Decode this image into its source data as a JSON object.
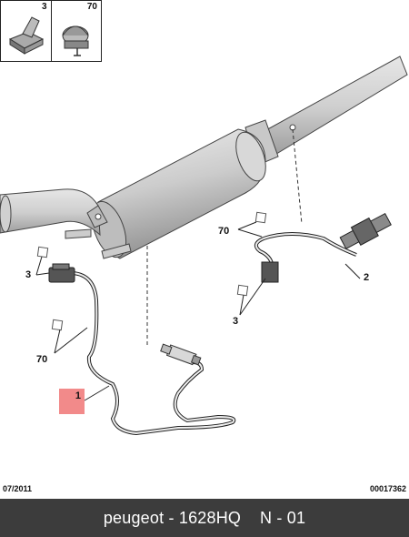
{
  "legend": [
    {
      "number": "3",
      "icon": "connector-clip-icon"
    },
    {
      "number": "70",
      "icon": "cable-tie-clip-icon"
    }
  ],
  "callouts": {
    "part_1": "1",
    "part_2": "2",
    "clip_3_left": "3",
    "clip_70_left": "70",
    "clip_3_right": "3",
    "clip_70_right": "70"
  },
  "footer": {
    "date": "07/2011",
    "code": "00017362"
  },
  "caption": {
    "brand": "peugeot",
    "separator": " - ",
    "part_number": "1628HQ",
    "gap": "    ",
    "revision": "N - 01"
  },
  "colors": {
    "highlight": "#f28a8a",
    "bar": "#3c3c3c"
  }
}
